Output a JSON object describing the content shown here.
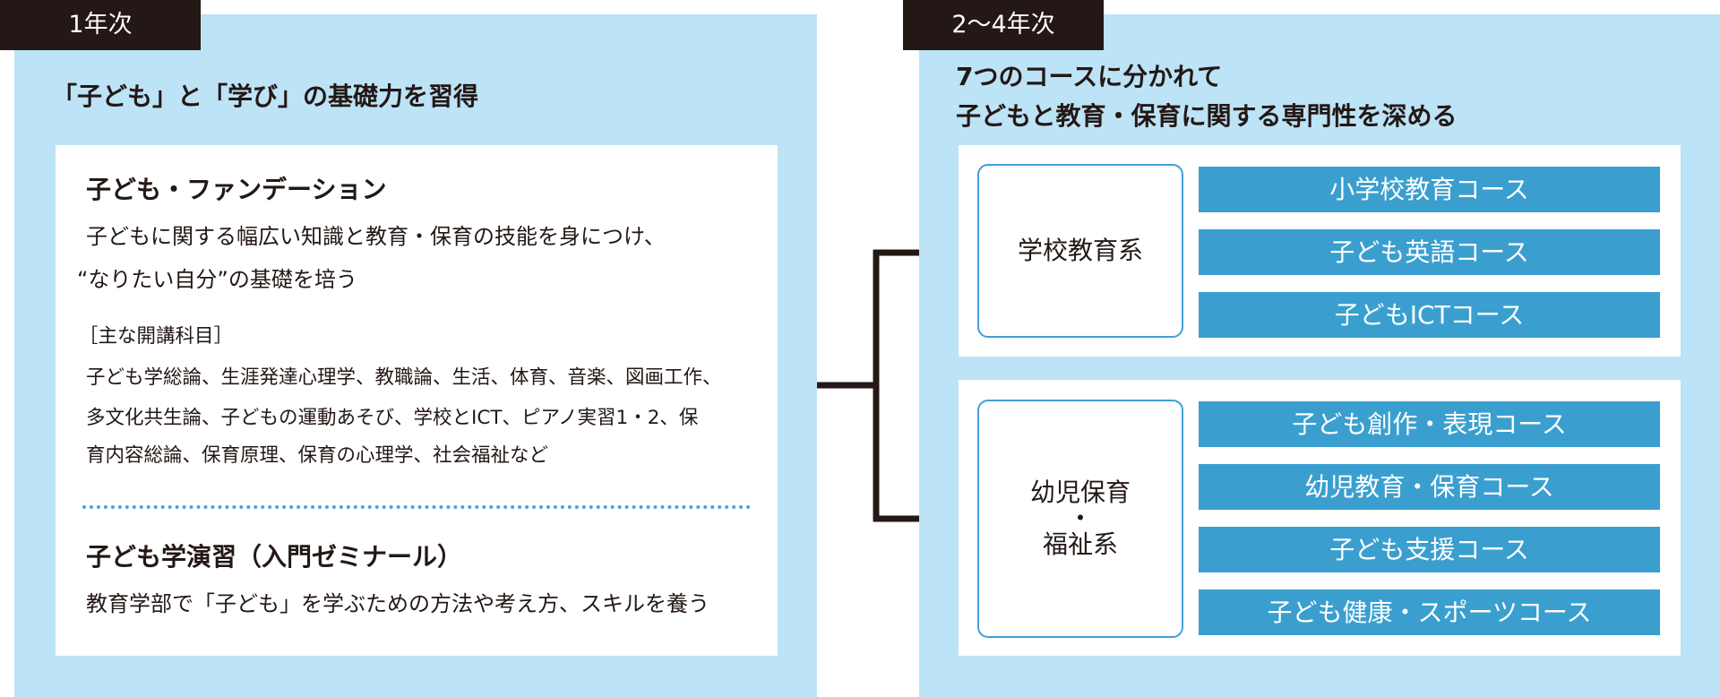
{
  "year1": {
    "tag": "1年次",
    "heading": "「子ども」と「学び」の基礎力を習得",
    "foundation": {
      "title": "子ども・ファンデーション",
      "desc_line1": "子どもに関する幅広い知識と教育・保育の技能を身につけ、",
      "desc_line2": "“なりたい自分”の基礎を培う",
      "courses_label": "［主な開講科目］",
      "courses_line1": "子ども学総論、生涯発達心理学、教職論、生活、体育、音楽、図画工作、",
      "courses_line2": "多文化共生論、子どもの運動あそび、学校とICT、ピアノ実習1・2、保",
      "courses_line3": "育内容総論、保育原理、保育の心理学、社会福祉など"
    },
    "seminar": {
      "title": "子ども学演習（入門ゼミナール）",
      "desc": "教育学部で「子ども」を学ぶための方法や考え方、スキルを養う"
    }
  },
  "year24": {
    "tag": "2〜4年次",
    "heading_line1": "7つのコースに分かれて",
    "heading_line2": "子どもと教育・保育に関する専門性を深める",
    "school_group": {
      "label": "学校教育系",
      "courses": [
        "小学校教育コース",
        "子ども英語コース",
        "子どもICTコース"
      ]
    },
    "early_group": {
      "label_line1": "幼児保育",
      "label_dot": "・",
      "label_line2": "福祉系",
      "courses": [
        "子ども創作・表現コース",
        "幼児教育・保育コース",
        "子ども支援コース",
        "子ども健康・スポーツコース"
      ]
    }
  },
  "colors": {
    "panel_bg": "#bde3f6",
    "tag_bg": "#231815",
    "course_bg": "#3a9fcf",
    "group_border": "#3f9fd6",
    "divider": "#4aa3da"
  }
}
